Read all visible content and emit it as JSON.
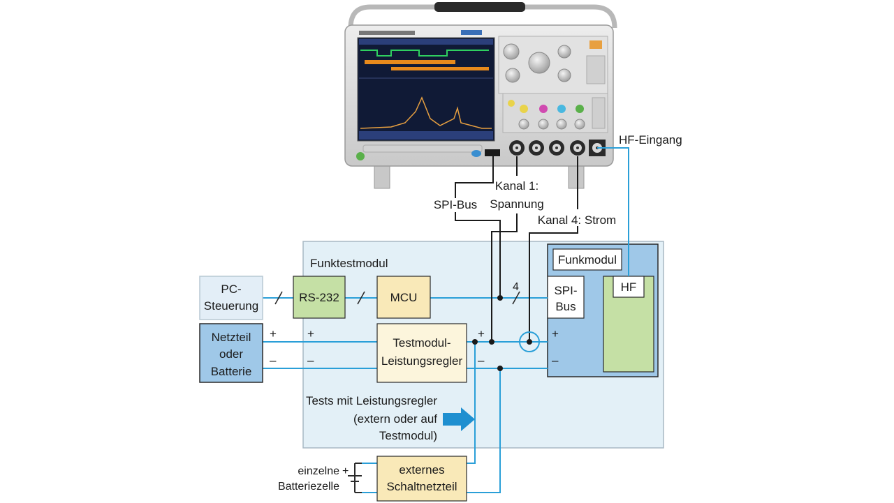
{
  "labels": {
    "hf_input": "HF-Eingang",
    "spi_bus": "SPI-Bus",
    "channel1_line1": "Kanal 1:",
    "channel1_line2": "Spannung",
    "channel4": "Kanal 4: Strom",
    "module_title": "Funktestmodul",
    "bus_width": "4",
    "plus": "+",
    "minus": "–",
    "tests_line1": "Tests mit Leistungsregler",
    "tests_line2": "(extern oder auf",
    "tests_line3": "Testmodul)",
    "single_cell_line1": "einzelne",
    "single_cell_line2": "Batteriezelle",
    "serial_slash": "/"
  },
  "boxes": {
    "pc_line1": "PC-",
    "pc_line2": "Steuerung",
    "power_line1": "Netzteil",
    "power_line2": "oder",
    "power_line3": "Batterie",
    "rs232": "RS-232",
    "mcu": "MCU",
    "regulator_line1": "Testmodul-",
    "regulator_line2": "Leistungsregler",
    "radio_module": "Funkmodul",
    "spi_line1": "SPI-",
    "spi_line2": "Bus",
    "hf": "HF",
    "ext_psu_line1": "externes",
    "ext_psu_line2": "Schaltnetzteil"
  },
  "colors": {
    "wire": "#2a9fd8",
    "module_bg": "#e3f0f7",
    "radio_bg": "#9fc8e8",
    "green_box": "#c5e0a5",
    "yellow_box": "#f9e9b8",
    "pale_yellow": "#fcf5dc",
    "pc_box": "#e3eef7",
    "arrow": "#1e8fd0"
  }
}
